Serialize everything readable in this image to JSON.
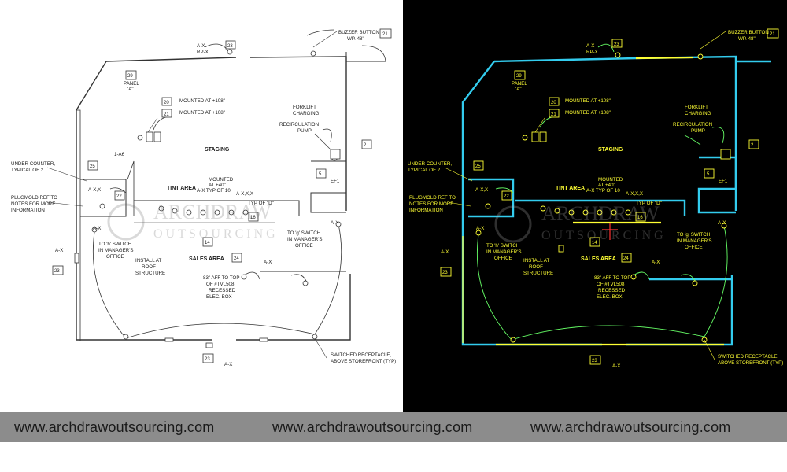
{
  "colors": {
    "left_bg": "#ffffff",
    "left_line": "#333333",
    "right_bg": "#000000",
    "wall": "#33ccee",
    "yellow": "#ffff33",
    "green": "#66ff66",
    "red": "#ff3333",
    "footer_bg": "#8c8c8c"
  },
  "labels": {
    "buzzer": "BUZZER BUTTON",
    "buzzer_wp": "WP. 48\"",
    "buzzer_tag": "21",
    "ax_rpx_1": "A-X",
    "ax_rpx_2": "RP-X",
    "ax_rpx_tag": "23",
    "panel_tag": "29",
    "panel_1": "PANEL",
    "panel_2": "\"A\"",
    "mounted108_tag": "20",
    "mounted108": "MOUNTED AT +108\"",
    "mounted108b_tag": "21",
    "mounted108b": "MOUNTED AT +108\"",
    "forklift_1": "FORKLIFT",
    "forklift_2": "CHARGING",
    "recirc_1": "RECIRCULATION",
    "recirc_2": "PUMP",
    "staging": "STAGING",
    "under_counter_1": "UNDER COUNTER,",
    "under_counter_2": "TYPICAL OF 2",
    "plugmold_1": "PLUGMOLD REF TO",
    "plugmold_2": "NOTES FOR MORE",
    "plugmold_3": "INFORMATION",
    "tint_area": "TINT AREA",
    "mounted40_1": "MOUNTED",
    "mounted40_2": "AT +40\"",
    "mounted40_3": "A-X  TYP OF 10",
    "axxx": "A-X,X,X",
    "typ_d": "TYP OF \"D\"",
    "ef1": "EF1",
    "to_h_1": "TO 'h' SWITCH",
    "to_h_2": "IN MANAGER'S",
    "to_h_3": "OFFICE",
    "to_g_1": "TO 'g' SWITCH",
    "to_g_2": "IN MANAGER'S",
    "to_g_3": "OFFICE",
    "install_1": "INSTALL AT",
    "install_2": "ROOF",
    "install_3": "STRUCTURE",
    "sales_area": "SALES AREA",
    "aff_1": "83\" AFF TO TOP",
    "aff_2": "OF #TVL508",
    "aff_3": "RECESSED",
    "aff_4": "ELEC. BOX",
    "switched_1": "SWITCHED RECEPTACLE,",
    "switched_2": "ABOVE STOREFRONT (TYP)",
    "tag_2": "2",
    "tag_5": "5",
    "tag_14": "14",
    "tag_16": "16",
    "tag_22": "22",
    "tag_23": "23",
    "tag_24": "24",
    "tag_25": "25",
    "ax": "A-X",
    "axx": "A-X,X",
    "a6": "1-A6",
    "watermark_1": "ARCHDRAW",
    "watermark_2": "OUTSOURCING"
  },
  "footer": {
    "url_1": "www.archdrawoutsourcing.com",
    "url_2": "www.archdrawoutsourcing.com",
    "url_3": "www.archdrawoutsourcing.com"
  }
}
